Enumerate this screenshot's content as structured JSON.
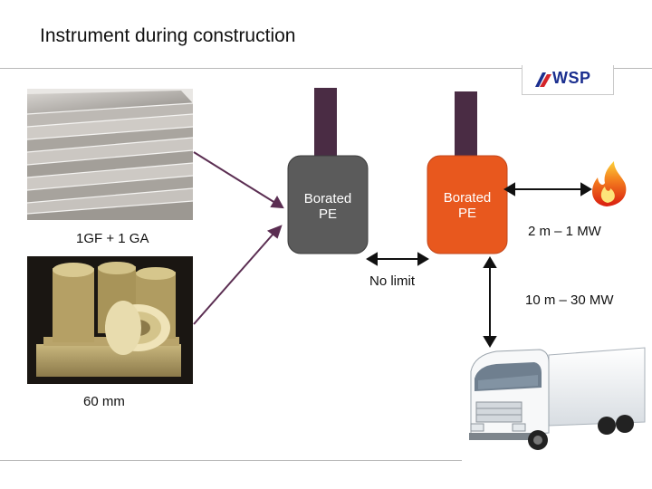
{
  "slide": {
    "title": "Instrument during construction",
    "logo_text": "WSP"
  },
  "labels": {
    "panel_material": "1GF + 1 GA",
    "insulation_material": "60 mm",
    "container_left": "Borated PE",
    "container_right": "Borated PE",
    "no_limit": "No limit",
    "fire_distance": "2 m – 1 MW",
    "truck_distance": "10 m – 30 MW"
  },
  "colors": {
    "container_grey": "#5b5b5b",
    "container_orange": "#e8581e",
    "shaft": "#4a2c44",
    "arrow": "#5b2e52",
    "logo_blue": "#1b2f8f",
    "logo_red": "#d4242a"
  },
  "icons": {
    "fire": "fire-icon",
    "truck": "truck-icon",
    "panels": "gypsum-panels-image",
    "insulation": "mineral-wool-image"
  }
}
